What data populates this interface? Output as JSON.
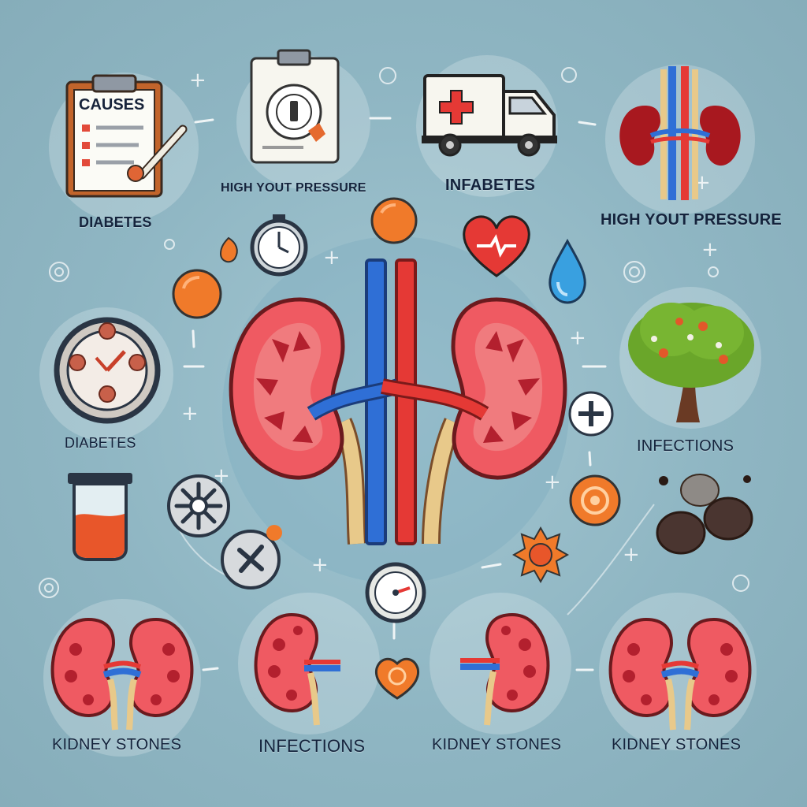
{
  "clipboard": {
    "heading": "CAUSES"
  },
  "labels": {
    "top_left": "DIABETES",
    "top_center_left": "HIGH YOUT PRESSURE",
    "top_center_right": "INFABETES",
    "top_right": "HIGH YOUT PRESSURE",
    "mid_left": "DIABETES",
    "mid_right": "INFECTIONS",
    "bottom_1": "KIDNEY STONES",
    "bottom_2": "INFECTIONS",
    "bottom_3": "KIDNEY STONES",
    "bottom_4": "KIDNEY STONES"
  },
  "colors": {
    "background": "#8fb6c3",
    "kidney": "#ef5a62",
    "kidney_inner": "#b3202e",
    "vein": "#2f6fd6",
    "artery": "#e53935",
    "ureter": "#e8c98a",
    "accent_orange": "#f07a2a"
  }
}
